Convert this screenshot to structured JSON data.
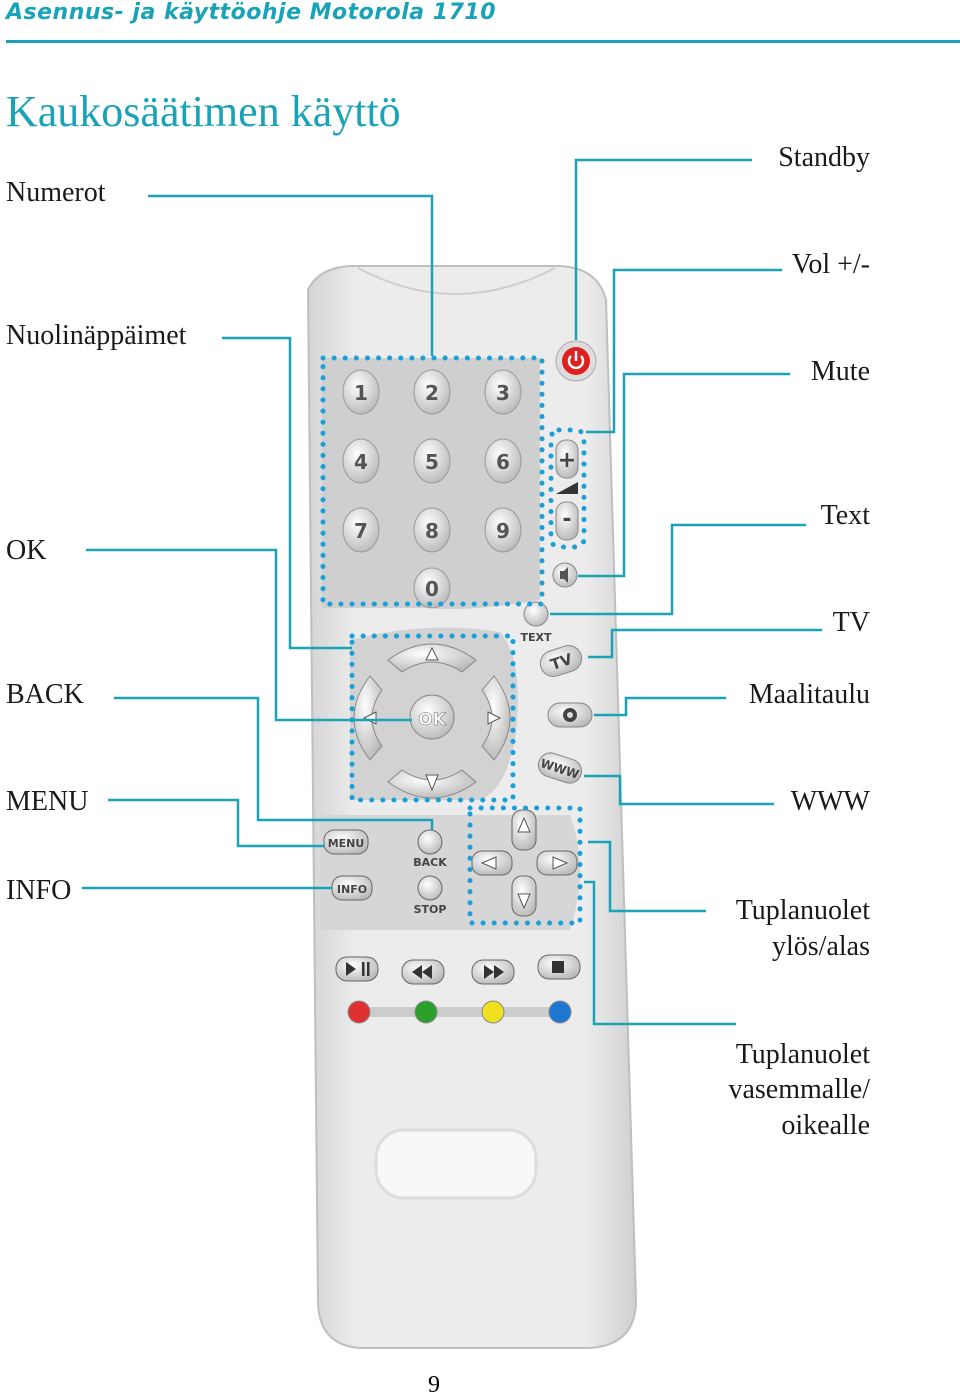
{
  "header": "Asennus- ja käyttöohje Motorola 1710",
  "title": "Kaukosäätimen käyttö",
  "labels_left": {
    "numerot": "Numerot",
    "nuolinappaimet": "Nuolinäppäimet",
    "ok": "OK",
    "back": "BACK",
    "menu": "MENU",
    "info": "INFO"
  },
  "labels_right": {
    "standby": "Standby",
    "vol": "Vol +/-",
    "mute": "Mute",
    "text": "Text",
    "tv": "TV",
    "maalitaulu": "Maalitaulu",
    "www": "WWW",
    "tuplanuolet_ud_1": "Tuplanuolet",
    "tuplanuolet_ud_2": "ylös/alas",
    "tuplanuolet_lr_1": "Tuplanuolet",
    "tuplanuolet_lr_2": "vasemmalle/",
    "tuplanuolet_lr_3": "oikealle"
  },
  "remote": {
    "digits": [
      "1",
      "2",
      "3",
      "4",
      "5",
      "6",
      "7",
      "8",
      "9",
      "0"
    ],
    "ok": "OK",
    "text_btn": "TEXT",
    "tv_btn": "TV",
    "www_btn": "WWW",
    "menu_btn": "MENU",
    "info_btn": "INFO",
    "back_btn": "BACK",
    "stop_btn": "STOP",
    "plus": "+",
    "minus": "-",
    "color_buttons": [
      "#e03030",
      "#2aa02a",
      "#f0e020",
      "#1e78d2"
    ]
  },
  "page_number": "9",
  "accent_color": "#1aa3b8"
}
